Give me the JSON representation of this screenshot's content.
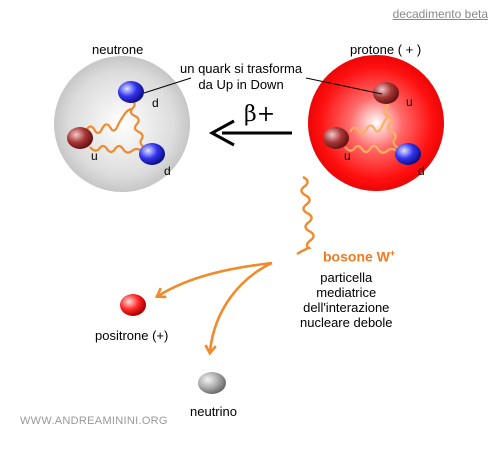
{
  "caption": "decadimento beta",
  "neutron": {
    "title": "neutrone",
    "quarks": [
      "d",
      "u",
      "d"
    ]
  },
  "proton": {
    "title": "protone ( + )",
    "quarks": [
      "u",
      "u",
      "d"
    ]
  },
  "quark_note": [
    "un quark si trasforma",
    "da Up in Down"
  ],
  "beta_label": "β+",
  "boson": {
    "name": "bosone W",
    "charge": "+",
    "description": [
      "particella",
      "mediatrice",
      "dell'interazione",
      "nucleare debole"
    ]
  },
  "positron_label": "positrone (+)",
  "neutrino_label": "neutrino",
  "watermark": "WWW.ANDREAMININI.ORG",
  "colors": {
    "neutron_fill": "#d6d6d6",
    "proton_fill": "#ff2020",
    "up_quark": "#a03030",
    "down_quark": "#2a2ae0",
    "gluon": "#f08a2a",
    "arrow": "#000000",
    "boson": "#f07a20",
    "positron": "#ff2a2a",
    "neutrino": "#a8a8a8"
  }
}
